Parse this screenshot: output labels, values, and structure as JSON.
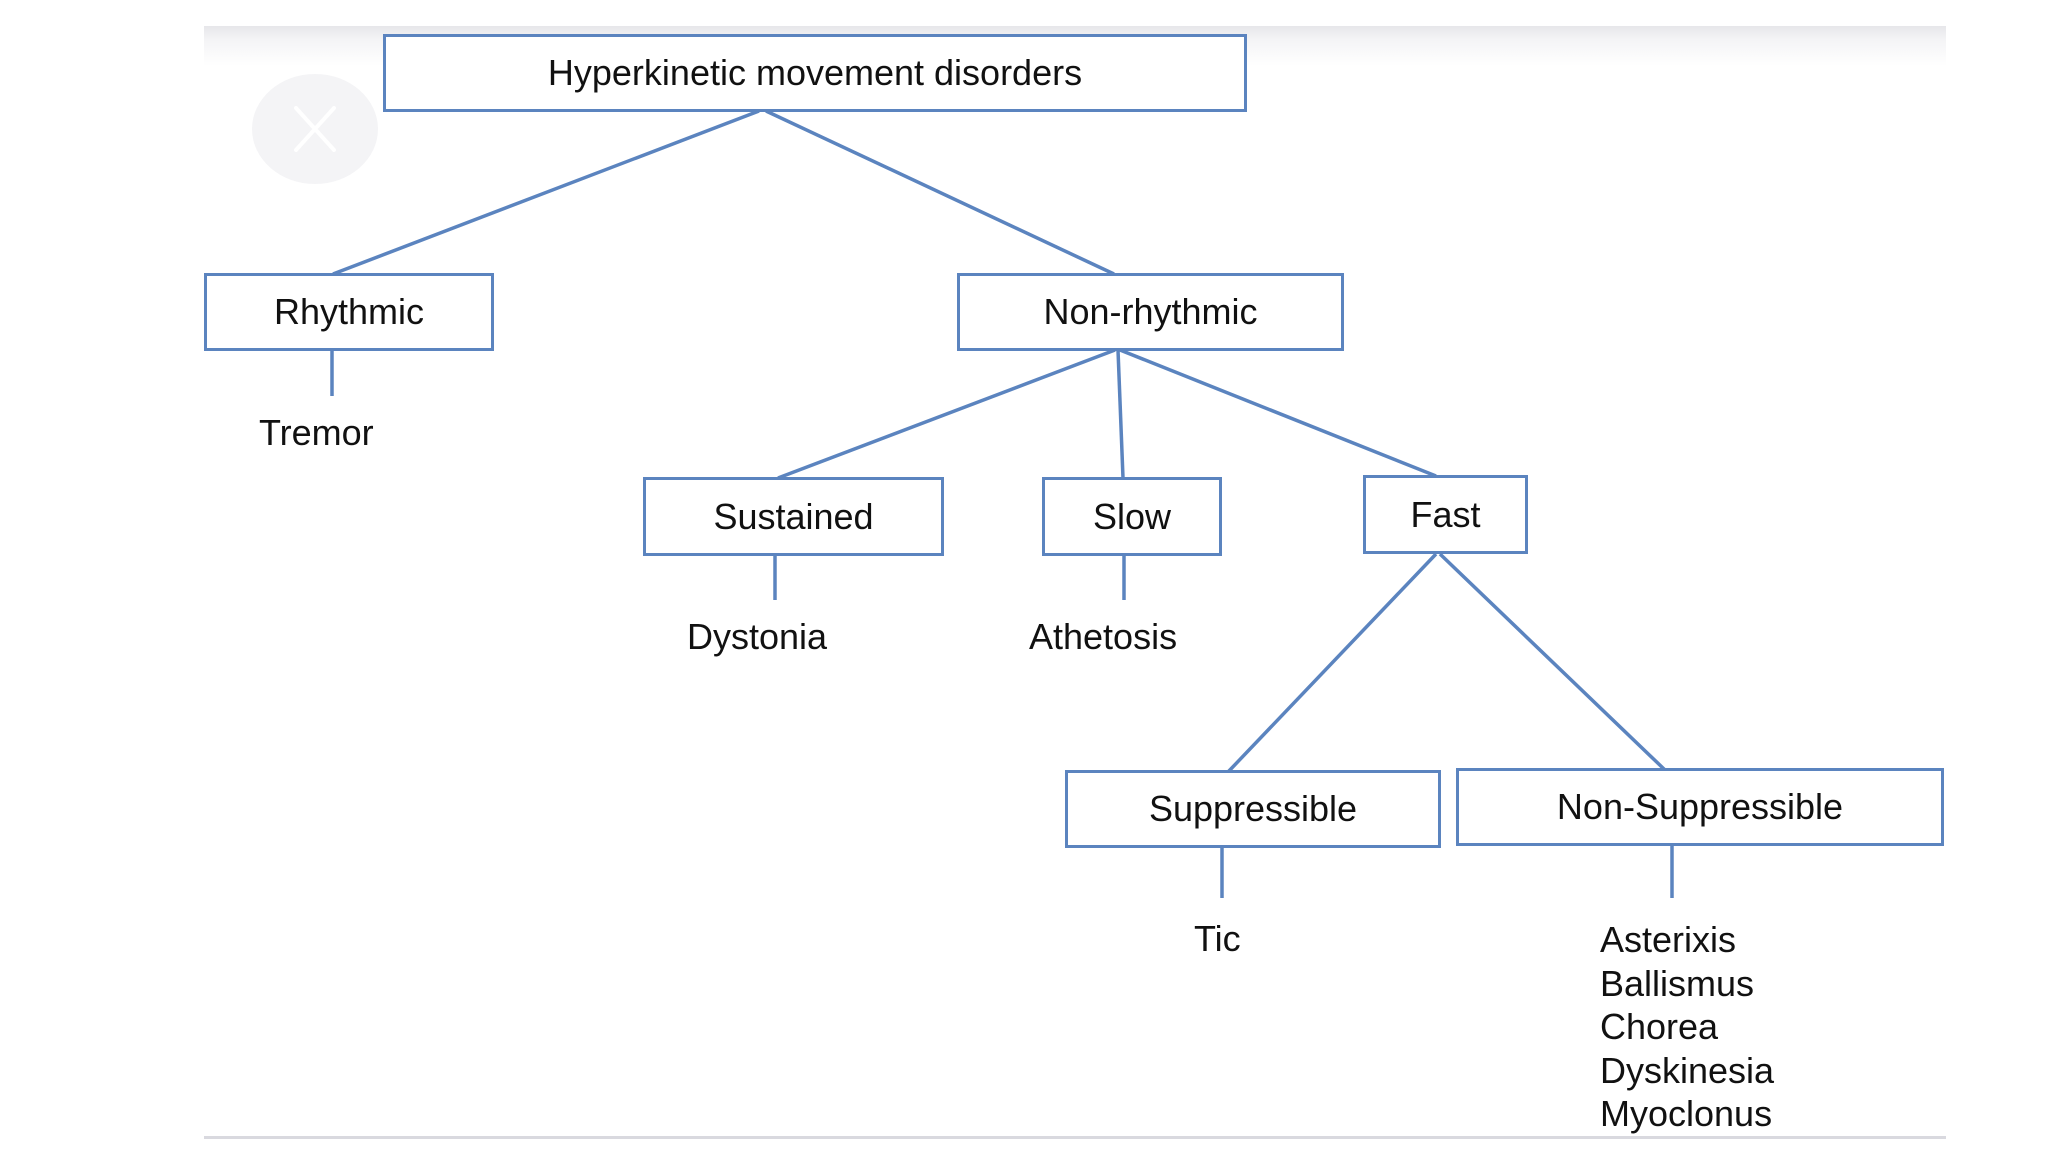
{
  "diagram": {
    "root": "Hyperkinetic movement disorders",
    "level1": {
      "rhythmic": "Rhythmic",
      "non_rhythmic": "Non-rhythmic"
    },
    "level2": {
      "sustained": "Sustained",
      "slow": "Slow",
      "fast": "Fast"
    },
    "level3": {
      "suppressible": "Suppressible",
      "non_suppressible": "Non-Suppressible"
    },
    "leaves": {
      "tremor": "Tremor",
      "dystonia": "Dystonia",
      "athetosis": "Athetosis",
      "tic": "Tic",
      "non_suppressible_list": [
        "Asterixis",
        "Ballismus",
        "Chorea",
        "Dyskinesia",
        "Myoclonus"
      ]
    }
  },
  "overlay": {
    "icon": "close-icon"
  },
  "colors": {
    "box_border": "#5b84bf",
    "connector": "#5b84bf",
    "text": "#111111"
  }
}
